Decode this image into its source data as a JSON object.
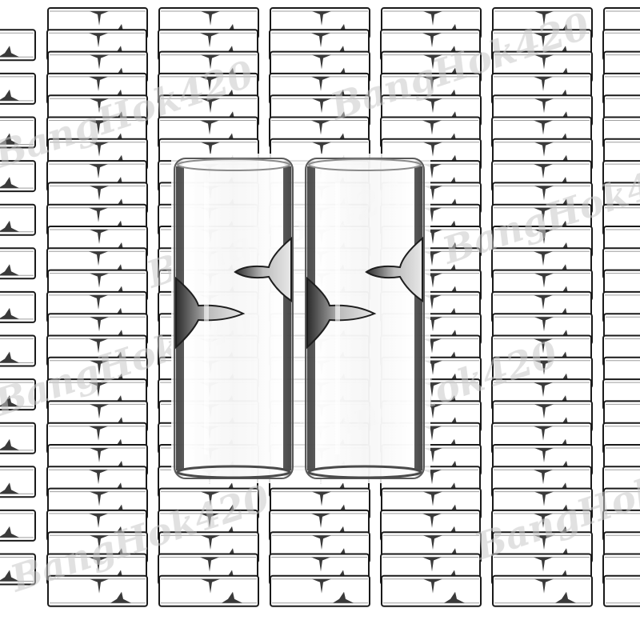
{
  "image": {
    "subject": "glass-filter-tips",
    "background_color": "#ffffff",
    "tile_pattern": {
      "columns": 7,
      "rows": 27
    },
    "featured_tips": 2
  },
  "watermark": {
    "text": "BangHok420",
    "color": "#c8c8c8"
  }
}
